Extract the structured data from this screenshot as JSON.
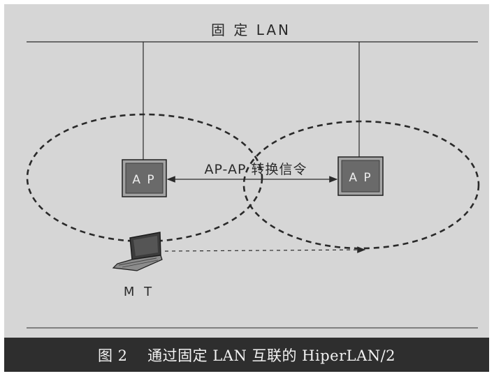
{
  "diagram": {
    "lan_label": "固 定 LAN",
    "ap_left_label": "A P",
    "ap_right_label": "A P",
    "handover_label": "AP-AP 转换信令",
    "mt_label": "M T"
  },
  "caption": {
    "text": "图 2    通过固定 LAN 互联的 HiperLAN/2"
  },
  "colors": {
    "background": "#d6d6d6",
    "caption_bar": "#2e2e2e",
    "ap_box": "#6a6a6a",
    "lines": "#2a2a2a"
  },
  "icons": {
    "terminal": "laptop-icon"
  }
}
